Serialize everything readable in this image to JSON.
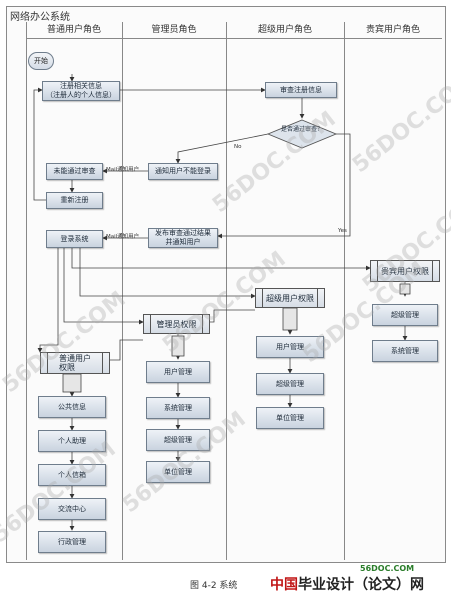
{
  "diagram": {
    "title": "网络办公系统",
    "lanes": [
      "普通用户角色",
      "管理员角色",
      "超级用户角色",
      "贵宾用户角色"
    ],
    "nodes": {
      "start": "开始",
      "register": "注册相关信息\n（注册人的个人信息）",
      "review": "审查注册信息",
      "decision": "是否通过审查？",
      "notify_fail": "通知用户不能登录",
      "not_passed": "未能通过审查",
      "reregister": "重新注册",
      "publish": "发布审查通过结果\n并通知用户",
      "login": "登录系统",
      "vip_perm": "贵宾用户权限",
      "super_perm": "超级用户权限",
      "admin_perm": "管理员权限",
      "user_perm": "普通用户\n权限",
      "vip_super_mgmt": "超级管理",
      "vip_sys_mgmt": "系统管理",
      "su_user_mgmt": "用户管理",
      "su_super_mgmt": "超级管理",
      "su_unit_mgmt": "单位管理",
      "ad_user_mgmt": "用户管理",
      "ad_sys_mgmt": "系统管理",
      "ad_super_mgmt": "超级管理",
      "ad_unit_mgmt": "单位管理",
      "public_info": "公共信息",
      "personal_office": "个人助理",
      "personal_info": "个人信箱",
      "exchange": "交流中心",
      "admin_mgmt": "行政管理"
    },
    "edge_labels": {
      "no": "No",
      "yes": "Yes",
      "mail_fail": "Mail通知用户",
      "mail_pass": "Mail通知用户"
    }
  },
  "caption": "图 4-2  系统",
  "brand": {
    "part1": "中国",
    "part2": "毕业设计（论文）网"
  },
  "site": "56DOC.COM",
  "watermark": "56DOC.COM"
}
